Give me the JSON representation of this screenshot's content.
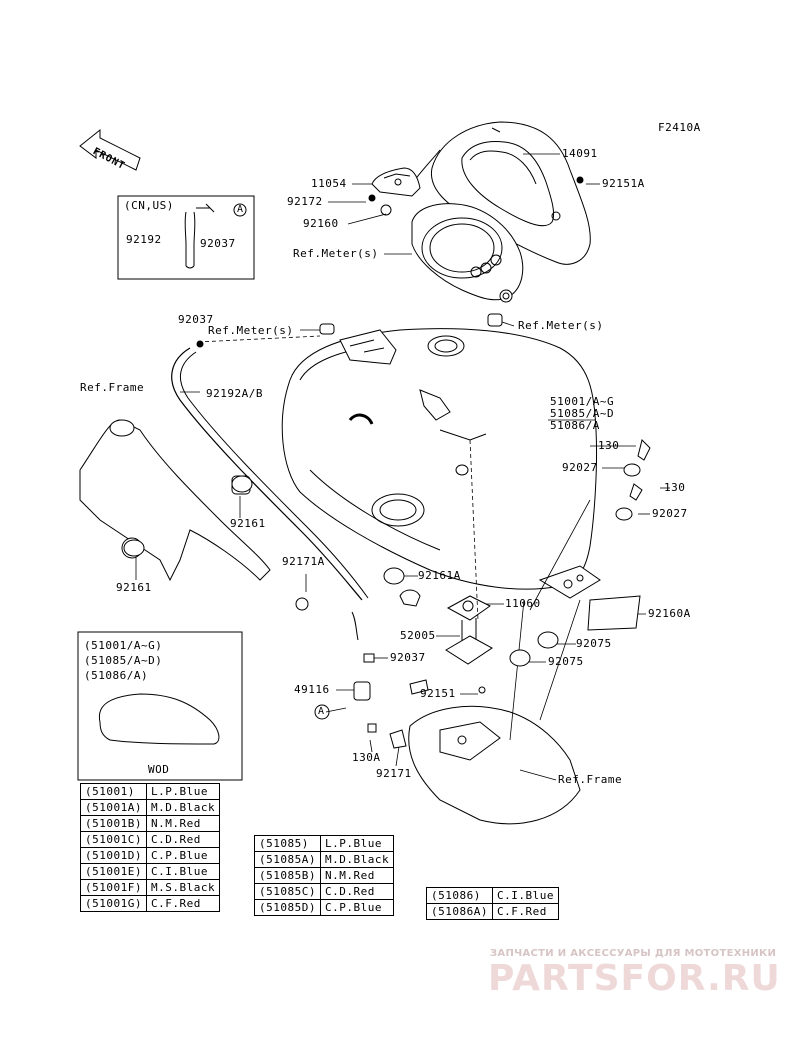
{
  "figure_code": "F2410A",
  "front_label": "FRONT",
  "watermark": {
    "subtitle": "ЗАПЧАСТИ И АКСЕССУАРЫ ДЛЯ МОТОТЕХНИКИ",
    "brand": "PARTSFOR.RU"
  },
  "labels": {
    "p14091": "14091",
    "p11054": "11054",
    "p92151A": "92151A",
    "p92172": "92172",
    "p92160": "92160",
    "ref_meter_top": "Ref.Meter(s)",
    "cn_us": "(CN,US)",
    "p92192": "92192",
    "p92037_box": "92037",
    "circle_a_box": "A",
    "p92037_top": "92037",
    "ref_meter_left": "Ref.Meter(s)",
    "ref_meter_right": "Ref.Meter(s)",
    "ref_frame_top": "Ref.Frame",
    "p92192AB": "92192A/B",
    "p51001": "51001/A~G",
    "p51085": "51085/A~D",
    "p51086": "51086/A",
    "p130_1": "130",
    "p92027_1": "92027",
    "p130_2": "130",
    "p92027_2": "92027",
    "p92161_1": "92161",
    "p92161_2": "92161",
    "p92171A": "92171A",
    "p92161A": "92161A",
    "p11060": "11060",
    "p92160A": "92160A",
    "p52005": "52005",
    "p92075_1": "92075",
    "p92037_mid": "92037",
    "p92075_2": "92075",
    "p49116": "49116",
    "p92151": "92151",
    "circle_a": "A",
    "p130A": "130A",
    "p92171": "92171",
    "ref_frame_bottom": "Ref.Frame"
  },
  "inset": {
    "line1": "(51001/A~G)",
    "line2": "(51085/A~D)",
    "line3": "(51086/A)",
    "caption": "WOD"
  },
  "color_tables": {
    "t51001": [
      [
        "(51001)",
        "L.P.Blue"
      ],
      [
        "(51001A)",
        "M.D.Black"
      ],
      [
        "(51001B)",
        "N.M.Red"
      ],
      [
        "(51001C)",
        "C.D.Red"
      ],
      [
        "(51001D)",
        "C.P.Blue"
      ],
      [
        "(51001E)",
        "C.I.Blue"
      ],
      [
        "(51001F)",
        "M.S.Black"
      ],
      [
        "(51001G)",
        "C.F.Red"
      ]
    ],
    "t51085": [
      [
        "(51085)",
        "L.P.Blue"
      ],
      [
        "(51085A)",
        "M.D.Black"
      ],
      [
        "(51085B)",
        "N.M.Red"
      ],
      [
        "(51085C)",
        "C.D.Red"
      ],
      [
        "(51085D)",
        "C.P.Blue"
      ]
    ],
    "t51086": [
      [
        "(51086)",
        "C.I.Blue"
      ],
      [
        "(51086A)",
        "C.F.Red"
      ]
    ]
  }
}
